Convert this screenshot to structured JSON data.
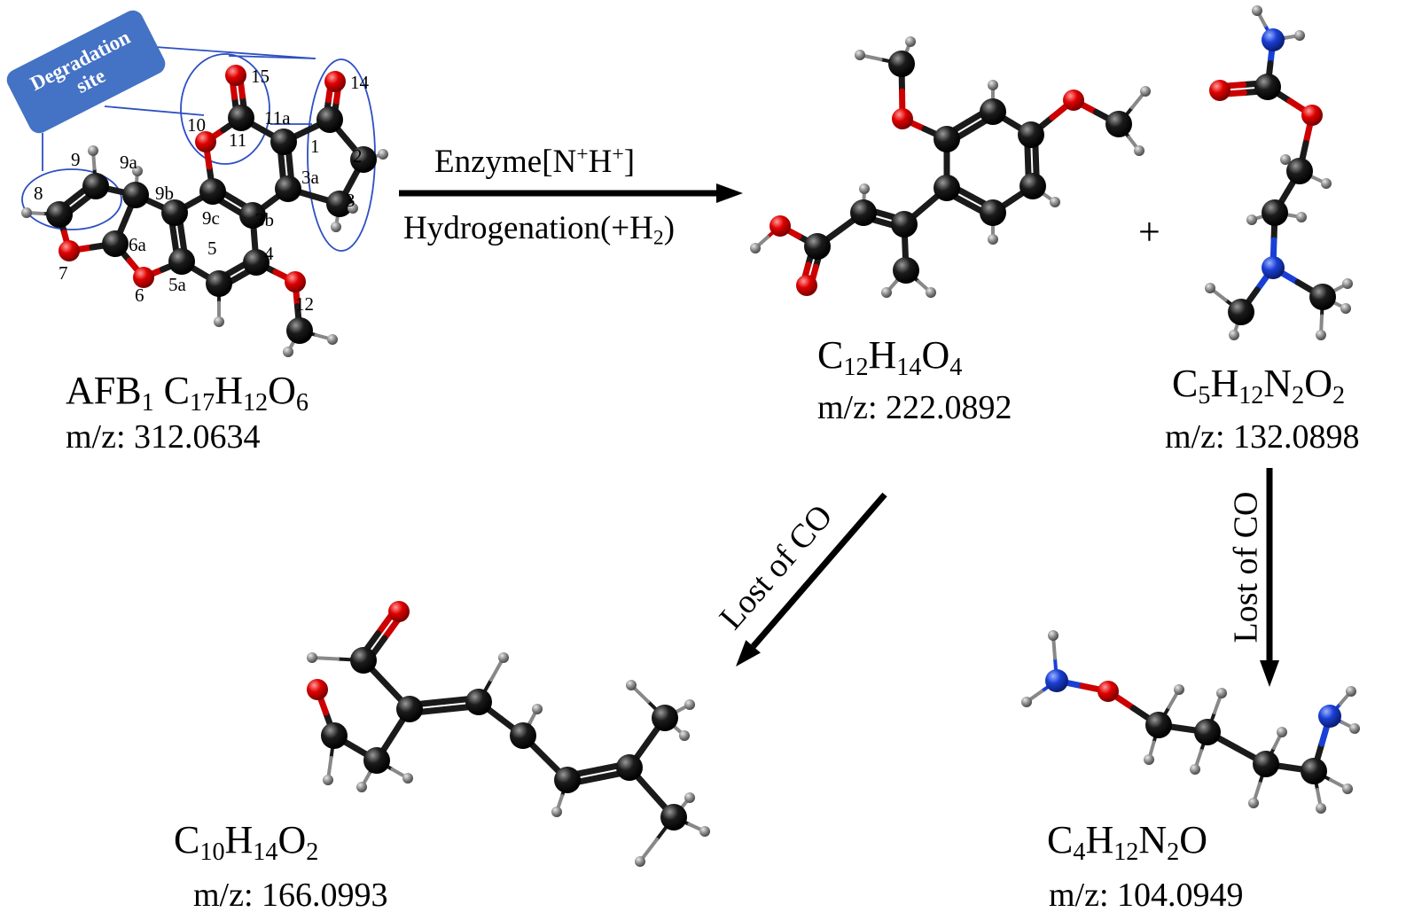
{
  "badge": {
    "line1": "Degradation",
    "line2": "site"
  },
  "afb1": {
    "name": "AFB",
    "name_sub": "1",
    "formula": {
      "c": "C",
      "c_n": "17",
      "h": "H",
      "h_n": "12",
      "o": "O",
      "o_n": "6"
    },
    "mz": "m/z: 312.0634",
    "atom_numbers": [
      "15",
      "14",
      "10",
      "11",
      "11a",
      "1",
      "9",
      "9a",
      "2",
      "8",
      "9b",
      "9c",
      "3a",
      "3b",
      "3",
      "6a",
      "7",
      "5",
      "4",
      "5a",
      "6",
      "12"
    ]
  },
  "reaction": {
    "enzyme": "Enzyme[N",
    "sup1": "+",
    "h_mid": "H",
    "sup2": "+",
    "close": "]",
    "hydrogenation": "Hydrogenation(+H",
    "h2_sub": "2",
    "close_paren": ")"
  },
  "plus_sign": "+",
  "product1": {
    "formula": {
      "c_n": "12",
      "h_n": "14",
      "o_n": "4"
    },
    "mz": "m/z: 222.0892"
  },
  "product2": {
    "formula": {
      "c_n": "5",
      "h_n": "12",
      "n_n": "2",
      "o_n": "2"
    },
    "mz": "m/z: 132.0898"
  },
  "loss_label": "Lost of CO",
  "product3": {
    "formula": {
      "c_n": "10",
      "h_n": "14",
      "o_n": "2"
    },
    "mz": "m/z: 166.0993"
  },
  "product4": {
    "formula": {
      "c_n": "4",
      "h_n": "12",
      "n_n": "2",
      "o": "O"
    },
    "mz": "m/z: 104.0949"
  },
  "colors": {
    "carbon": "#111111",
    "oxygen": "#e00000",
    "nitrogen": "#1a3fd6",
    "hydrogen": "#8a8a8a",
    "annotation": "#2e4fc2",
    "badge": "#4472C4"
  }
}
